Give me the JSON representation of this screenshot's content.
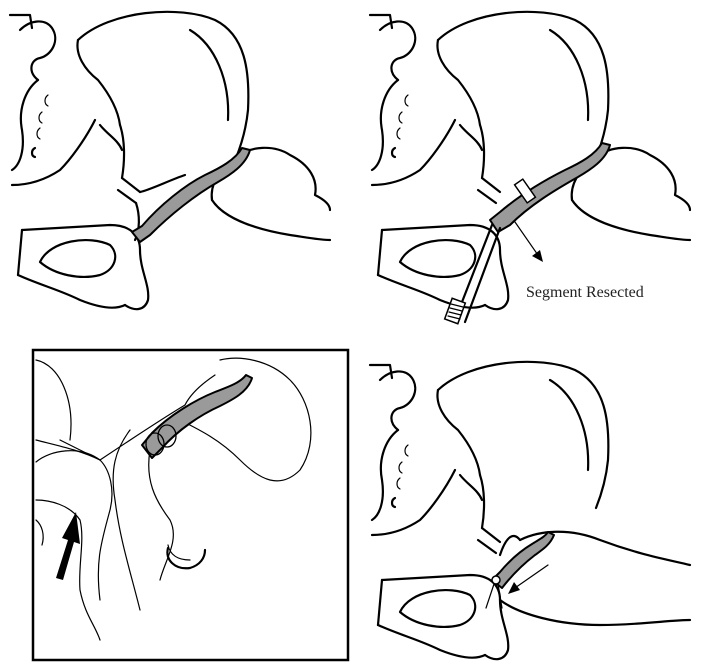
{
  "figure": {
    "panels": [
      {
        "id": "top-left"
      },
      {
        "id": "top-right",
        "annotation": "Segment Resected"
      },
      {
        "id": "bottom-left"
      },
      {
        "id": "bottom-right"
      }
    ]
  }
}
